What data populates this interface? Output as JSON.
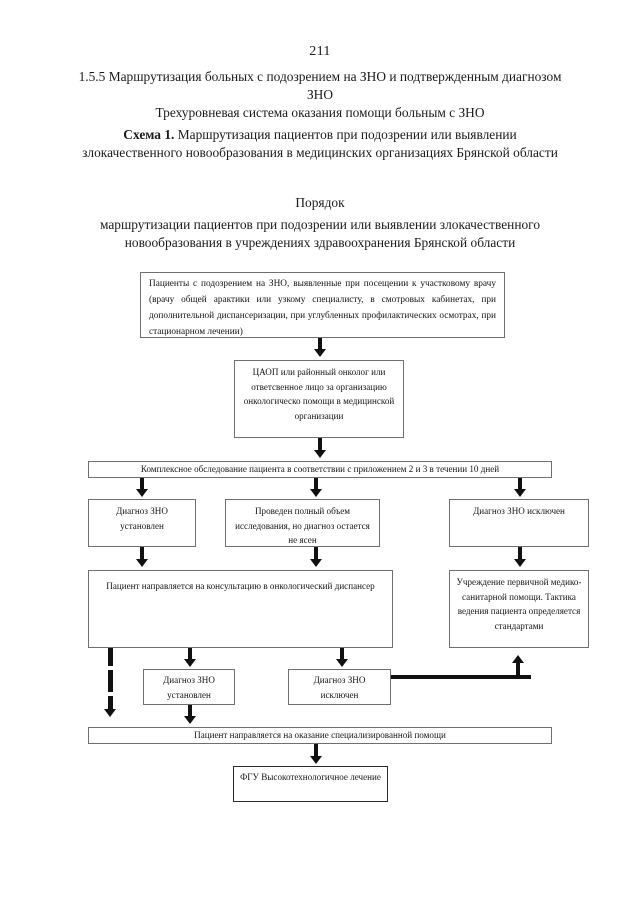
{
  "document": {
    "page_number": "211",
    "heading_1": "1.5.5 Маршрутизация больных с подозрением на ЗНО и подтвержденным диагнозом ЗНО",
    "heading_2": "Трехуровневая система оказания помощи больным с ЗНО",
    "scheme_label": "Схема 1.",
    "scheme_title": " Маршрутизация пациентов при подозрении или выявлении злокачественного новообразования в медицинских организациях Брянской области",
    "subtitle_1": "Порядок",
    "subtitle_2": "маршрутизации пациентов при подозрении или выявлении злокачественного новообразования в учреждениях здравоохранения Брянской области"
  },
  "chart_data": {
    "type": "diagram",
    "title": "Маршрутизация пациентов при подозрении или выявлении ЗНО",
    "nodes": [
      {
        "id": "n1",
        "text": "Пациенты с подозрением на ЗНО, выявленные при посещении к участковому врачу (врачу общей арактики или узкому специалисту, в смотровых кабинетах, при дополнительной диспансеризации, при углубленных профилактических осмотрах, при стационарном лечении)"
      },
      {
        "id": "n2",
        "text": "ЦАОП или районный онколог или ответсвенное лицо за организацию онкологическо помощи в медицинской организации"
      },
      {
        "id": "n3",
        "text": "Комплексное обследование пациента в соответствии с приложением 2 и 3 в течении 10 дней"
      },
      {
        "id": "n4",
        "text": "Диагноз ЗНО установлен"
      },
      {
        "id": "n5",
        "text": "Проведен полный объем исследования, но диагноз остается не ясен"
      },
      {
        "id": "n6",
        "text": "Диагноз ЗНО исключен"
      },
      {
        "id": "n7",
        "text": "Пациент направляется на консультацию в онкологический диспансер"
      },
      {
        "id": "n8",
        "text": "Учреждение первичной медико-санитарной помощи. Тактика ведения пациента определяется стандартами"
      },
      {
        "id": "n9",
        "text": "Диагноз ЗНО установлен"
      },
      {
        "id": "n10",
        "text": "Диагноз ЗНО исключен"
      },
      {
        "id": "n11",
        "text": "Пациент направляется на оказание специализированной помощи"
      },
      {
        "id": "n12",
        "text": "ФГУ Высокотехнологичное лечение"
      }
    ],
    "edges": [
      {
        "from": "n1",
        "to": "n2"
      },
      {
        "from": "n2",
        "to": "n3"
      },
      {
        "from": "n3",
        "to": "n4"
      },
      {
        "from": "n3",
        "to": "n5"
      },
      {
        "from": "n3",
        "to": "n6"
      },
      {
        "from": "n4",
        "to": "n7"
      },
      {
        "from": "n5",
        "to": "n7"
      },
      {
        "from": "n6",
        "to": "n8"
      },
      {
        "from": "n7",
        "to": "n9"
      },
      {
        "from": "n7",
        "to": "n10"
      },
      {
        "from": "n7",
        "to": "n11"
      },
      {
        "from": "n9",
        "to": "n11"
      },
      {
        "from": "n10",
        "to": "n8"
      },
      {
        "from": "n11",
        "to": "n12"
      }
    ],
    "colors": {
      "line": "#111111",
      "border": "#6f6f6f",
      "background": "#ffffff"
    }
  }
}
